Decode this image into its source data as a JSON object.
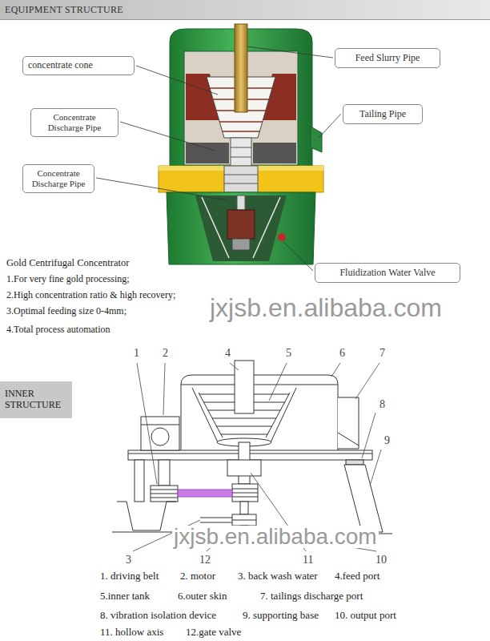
{
  "diagram": {
    "title": "EQUIPMENT STRUCTURE",
    "nodes": [
      {
        "text": [
          "concentrate cone"
        ]
      },
      {
        "text": [
          "Feed Slurry Pipe"
        ]
      },
      {
        "text": [
          "Concentrate Discharge Pipe"
        ]
      },
      {
        "text": [
          "Tailing Pipe"
        ]
      },
      {
        "text": [
          "Concentrate Discharge Pipe"
        ]
      },
      {
        "text": [
          "Fluidization Water Valve"
        ]
      },
      {
        "text": [
          "INNER STRUCTURE"
        ]
      }
    ],
    "labels": [
      "Gold Centrifugal Concentrator",
      "1.For very fine gold processing;",
      "2.High concentration ratio & high recovery;",
      "3.Optimal feeding size 0-4mm;",
      "4.Total process automation",
      "jxjsb.en.alibaba.com",
      "1",
      "2",
      "4",
      "5",
      "6",
      "7",
      "8",
      "9",
      "jxjsb.en.alibaba.com",
      "3",
      "12",
      "11",
      "10",
      "1. driving belt",
      "2. motor",
      "3. back wash water",
      "4.feed port",
      "5.inner tank",
      "6.outer skin",
      "7. tailings discharge port",
      "8. vibration isolation device",
      "9. supporting base",
      "10. output port",
      "11. hollow axis",
      "12.gate valve"
    ]
  }
}
